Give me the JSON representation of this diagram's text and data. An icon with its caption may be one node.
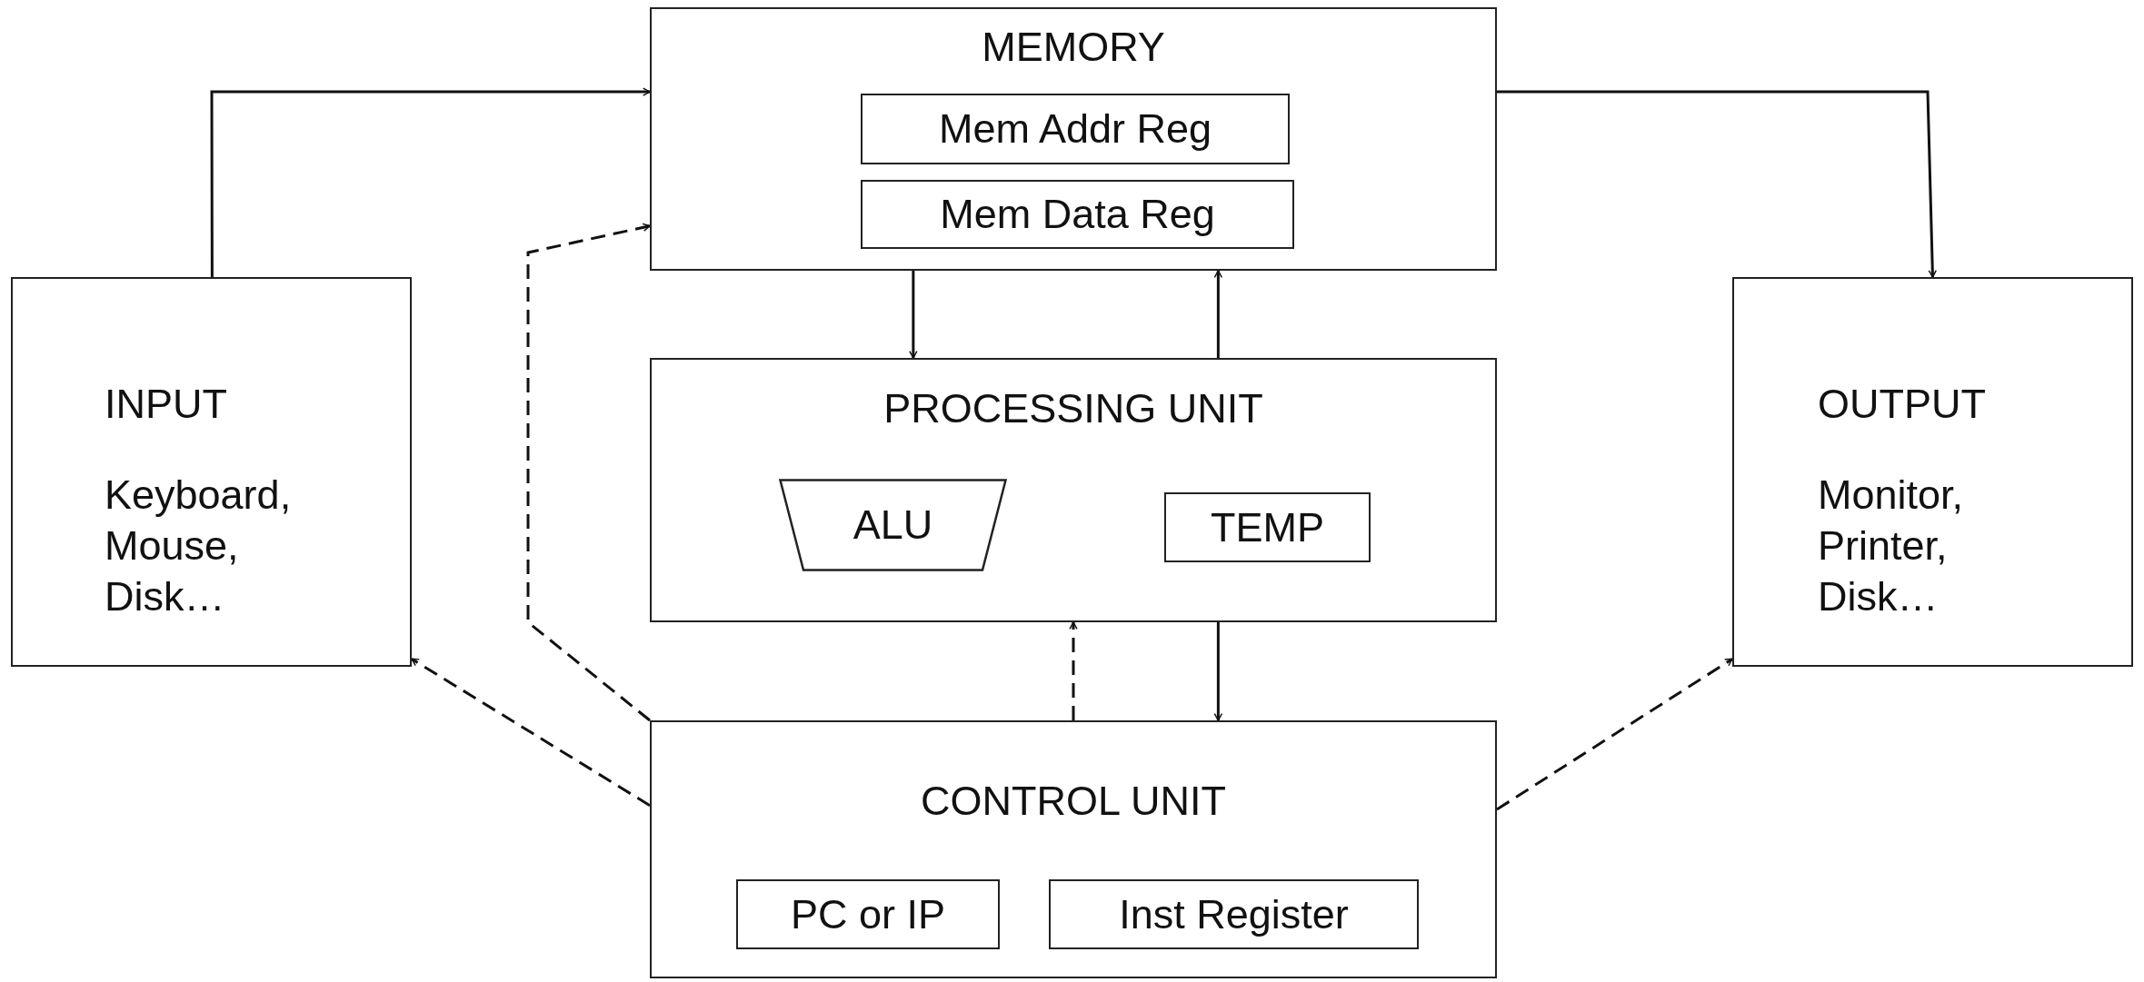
{
  "diagram": {
    "nodes": [
      {
        "text": [
          "MEMORY"
        ]
      },
      {
        "text": [
          "Mem Addr Reg"
        ],
        "in": 0
      },
      {
        "text": [
          "Mem Data Reg"
        ],
        "in": 0
      },
      {
        "text": [
          "INPUT",
          "Keyboard, Mouse, Disk…"
        ]
      },
      {
        "text": [
          "PROCESSING UNIT"
        ]
      },
      {
        "text": [
          "ALU"
        ],
        "in": 4
      },
      {
        "text": [
          "TEMP"
        ],
        "in": 4
      },
      {
        "text": [
          "OUTPUT",
          "Monitor, Printer, Disk…"
        ]
      },
      {
        "text": [
          "CONTROL UNIT"
        ]
      },
      {
        "text": [
          "PC or IP"
        ],
        "in": 8
      },
      {
        "text": [
          "Inst Register"
        ],
        "in": 8
      }
    ],
    "edges": [
      {
        "from": 3,
        "to": 0,
        "arrow": "to"
      },
      {
        "from": 0,
        "to": 7,
        "arrow": "to"
      },
      {
        "from": 0,
        "to": 4,
        "arrow": "to"
      },
      {
        "from": 4,
        "to": 0,
        "arrow": "to"
      },
      {
        "from": 4,
        "to": 8,
        "arrow": "to"
      },
      {
        "from": 8,
        "to": 4,
        "arrow": "to",
        "style": "dashed"
      },
      {
        "from": 8,
        "to": 3,
        "arrow": "to",
        "style": "dashed"
      },
      {
        "from": 8,
        "to": 7,
        "arrow": "to",
        "style": "dashed"
      },
      {
        "from": 8,
        "to": 0,
        "arrow": "to",
        "style": "dashed"
      }
    ]
  }
}
